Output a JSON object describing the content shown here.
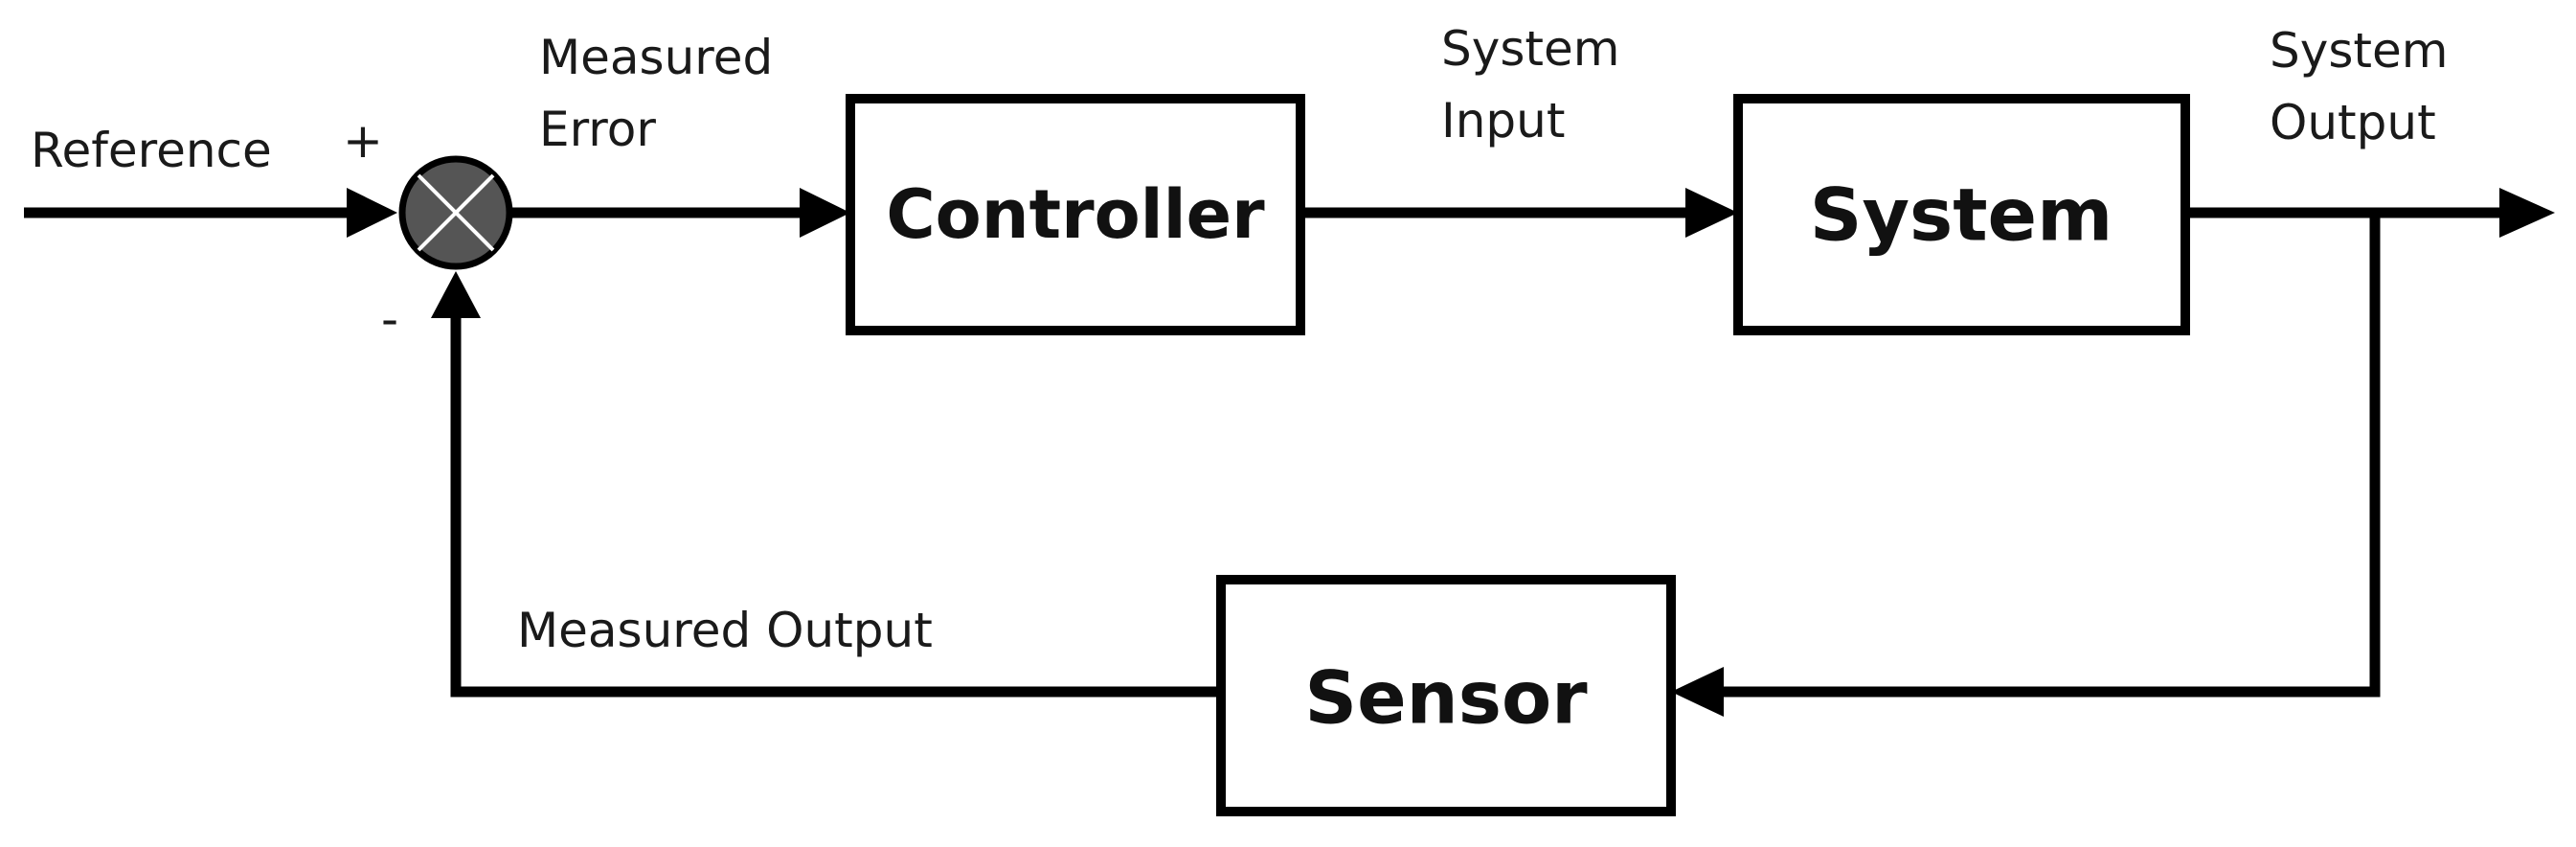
{
  "diagram": {
    "signals": {
      "reference": "Reference",
      "plus_sign": "+",
      "minus_sign": "-",
      "measured_error_line1": "Measured",
      "measured_error_line2": "Error",
      "system_input_line1": "System",
      "system_input_line2": "Input",
      "system_output_line1": "System",
      "system_output_line2": "Output",
      "measured_output": "Measured Output"
    },
    "blocks": {
      "controller": "Controller",
      "system": "System",
      "sensor": "Sensor"
    },
    "colors": {
      "line": "#000000",
      "summing_junction_fill": "#555555",
      "summing_junction_cross": "#ffffff"
    }
  }
}
